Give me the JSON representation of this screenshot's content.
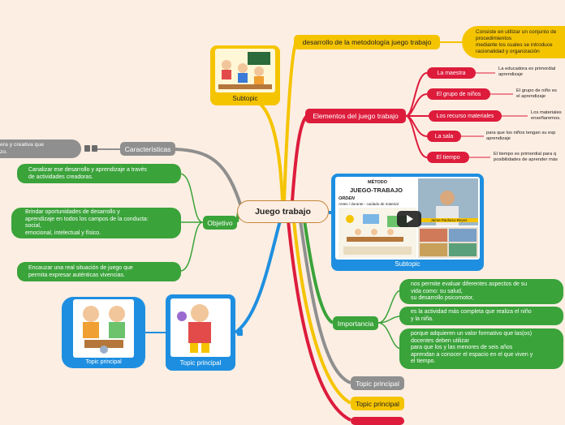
{
  "central": {
    "title": "Juego trabajo"
  },
  "subtopic_card": {
    "label": "Subtopic"
  },
  "metodologia": {
    "label": "desarrollo de la metodología juego trabajo",
    "detail": [
      "Consiste en utilizar un conjunto de",
      "procedimientos",
      "mediante los cuales se introduce",
      "racionalidad y organización"
    ]
  },
  "elementos": {
    "label": "Elementos del juego trabajo",
    "items": [
      {
        "label": "La maestra",
        "detail": [
          "La educadora es primordial",
          "aprendizaje"
        ]
      },
      {
        "label": "El grupo de niños",
        "detail": [
          "El grupo de niño es",
          "el aprendizaje"
        ]
      },
      {
        "label": "Los recurso materiales",
        "detail": [
          "Los materiales",
          "enseñaremos."
        ]
      },
      {
        "label": "La sala",
        "detail": [
          "para que los niños tengan su esp",
          "aprendizaje"
        ]
      },
      {
        "label": "El tiempo",
        "detail": [
          "El tiempo es primordial para q",
          "posibilidades de aprender más"
        ]
      }
    ]
  },
  "caracteristicas": {
    "label": "Características",
    "detail": [
      "era y creativa que",
      "zo."
    ]
  },
  "objetivo": {
    "label": "Objetivo",
    "items": [
      [
        "Canalizar ese desarrollo y aprendizaje a través",
        "de actividades creadoras."
      ],
      [
        "Brindar oportunidades de desarrollo y",
        "aprendizaje en todos los campos de la conducta:",
        "social,",
        "emocional, intelectual y físico."
      ],
      [
        "Encauzar una real situación de juego que",
        "permita expresar auténticas vivencias."
      ]
    ]
  },
  "video": {
    "label": "Subtopic",
    "panel_title": "MÉTODO",
    "panel_heading": "JUEGO-TRABAJO",
    "panel_sub": "ORDEN",
    "panel_line": "Antes / durante - cuidado de material",
    "person_name": "Jaime Pacheco Reyes"
  },
  "importancia": {
    "label": "Importancia",
    "items": [
      [
        "nos permite evaluar diferentes aspectos de su",
        "vida como: su salud,",
        "su desarrollo psicomotor,"
      ],
      [
        "es la actividad más completa que realiza el niño",
        "y la niña."
      ],
      [
        "porque adquieren un valor formativo que las(os)",
        "docentes deben utilizar",
        "para que los y las menores de seis años",
        "aprendan a conocer el espacio en el que viven y",
        "el tiempo."
      ]
    ]
  },
  "bottom_topics": [
    "Topic principal",
    "Topic principal"
  ],
  "left_topics": [
    "Topic principal",
    "Topic principal"
  ],
  "colors": {
    "yellow": "#f5c400",
    "red": "#dd1c3c",
    "gray": "#8f8f8f",
    "green": "#3aa33a",
    "blue": "#1e8fe0",
    "orange": "#f39a1e"
  }
}
